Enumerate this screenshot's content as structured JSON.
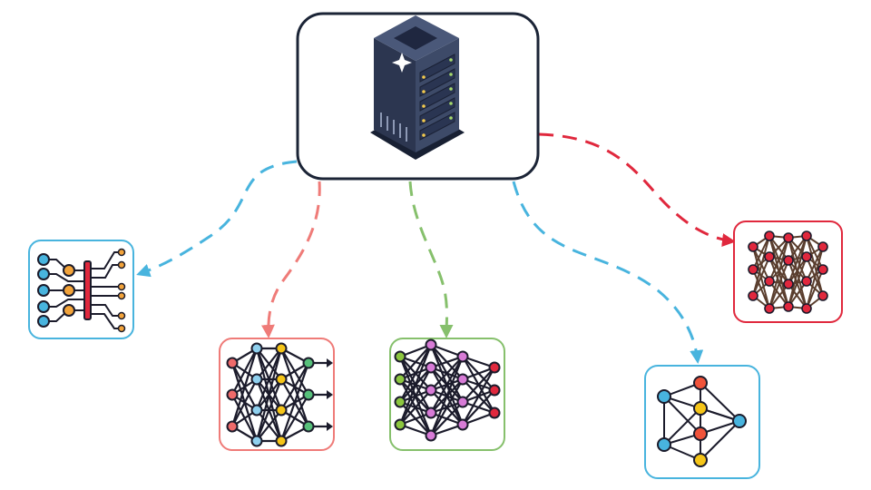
{
  "diagram": {
    "hub": {
      "icon": "server-rack-icon",
      "border_color": "#1b2436"
    },
    "nodes": [
      {
        "id": "conv",
        "icon": "conv-network-icon",
        "border_color": "#48b4de"
      },
      {
        "id": "ff-salmon",
        "icon": "feedforward-network-icon",
        "border_color": "#ef7b78"
      },
      {
        "id": "deep-green",
        "icon": "deep-network-icon",
        "border_color": "#86c06c"
      },
      {
        "id": "graph-blue",
        "icon": "graph-network-icon",
        "border_color": "#48b4de"
      },
      {
        "id": "mesh-red",
        "icon": "mesh-network-icon",
        "border_color": "#e0283d"
      }
    ],
    "edges": [
      {
        "from": "hub",
        "to": "conv",
        "color": "#48b4de",
        "style": "dashed"
      },
      {
        "from": "hub",
        "to": "ff-salmon",
        "color": "#ef7b78",
        "style": "dashed"
      },
      {
        "from": "hub",
        "to": "deep-green",
        "color": "#86c06c",
        "style": "dashed"
      },
      {
        "from": "hub",
        "to": "graph-blue",
        "color": "#48b4de",
        "style": "dashed"
      },
      {
        "from": "hub",
        "to": "mesh-red",
        "color": "#e0283d",
        "style": "dashed"
      }
    ]
  }
}
